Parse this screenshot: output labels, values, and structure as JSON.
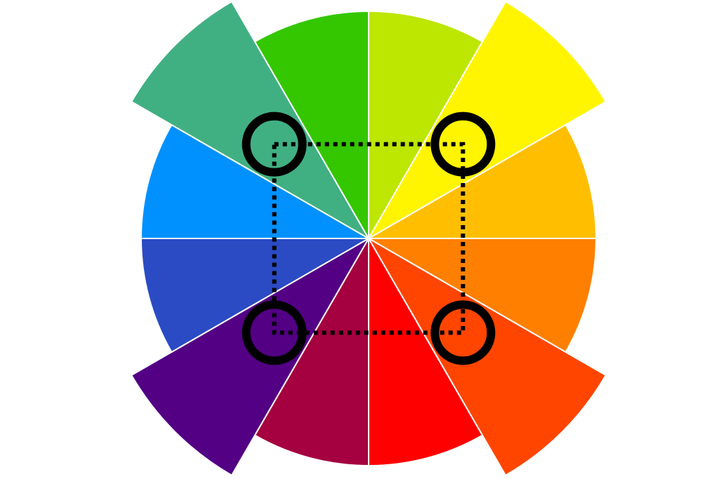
{
  "wheel": {
    "segments": [
      {
        "name": "yellow-green",
        "color": "#bde600",
        "extended": false
      },
      {
        "name": "yellow",
        "color": "#fff500",
        "extended": true
      },
      {
        "name": "yellow-orange",
        "color": "#ffbf00",
        "extended": false
      },
      {
        "name": "orange",
        "color": "#ff8000",
        "extended": false
      },
      {
        "name": "red-orange",
        "color": "#ff4500",
        "extended": true
      },
      {
        "name": "red",
        "color": "#ff0000",
        "extended": false
      },
      {
        "name": "red-violet",
        "color": "#a50040",
        "extended": false
      },
      {
        "name": "violet",
        "color": "#530085",
        "extended": true
      },
      {
        "name": "blue-violet",
        "color": "#2a4bc4",
        "extended": false
      },
      {
        "name": "blue",
        "color": "#0091ff",
        "extended": false
      },
      {
        "name": "blue-green",
        "color": "#40b083",
        "extended": true
      },
      {
        "name": "green",
        "color": "#34c700",
        "extended": false
      }
    ],
    "selected_colors": [
      "blue-green",
      "yellow",
      "red-orange",
      "violet"
    ],
    "scheme": "square",
    "marker_color": "#000000",
    "separator_color": "#ffffff"
  }
}
